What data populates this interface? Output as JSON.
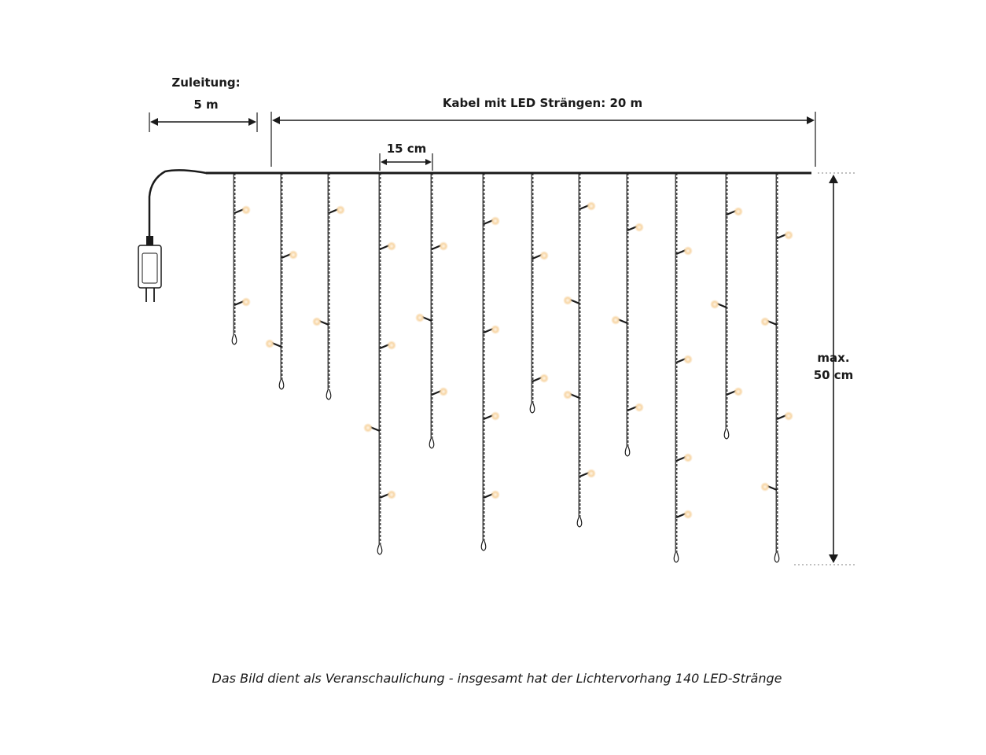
{
  "labels": {
    "feed_title": "Zuleitung:",
    "feed_length": "5 m",
    "cable": "Kabel mit LED Strängen: 20 m",
    "spacing": "15 cm",
    "height_a": "max.",
    "height_b": "50 cm"
  },
  "caption": "Das Bild dient als Veranschaulichung - insgesamt hat der Lichtervorhang 140 LED-Stränge",
  "colors": {
    "wire": "#1a1a1a",
    "led_glow": "#f7d6a6",
    "led_core": "#fff6e8",
    "text": "#1a1a1a",
    "guide": "#9a9a9a"
  },
  "icons": {
    "plug": "power-plug-icon",
    "led": "led-bulb-icon"
  }
}
